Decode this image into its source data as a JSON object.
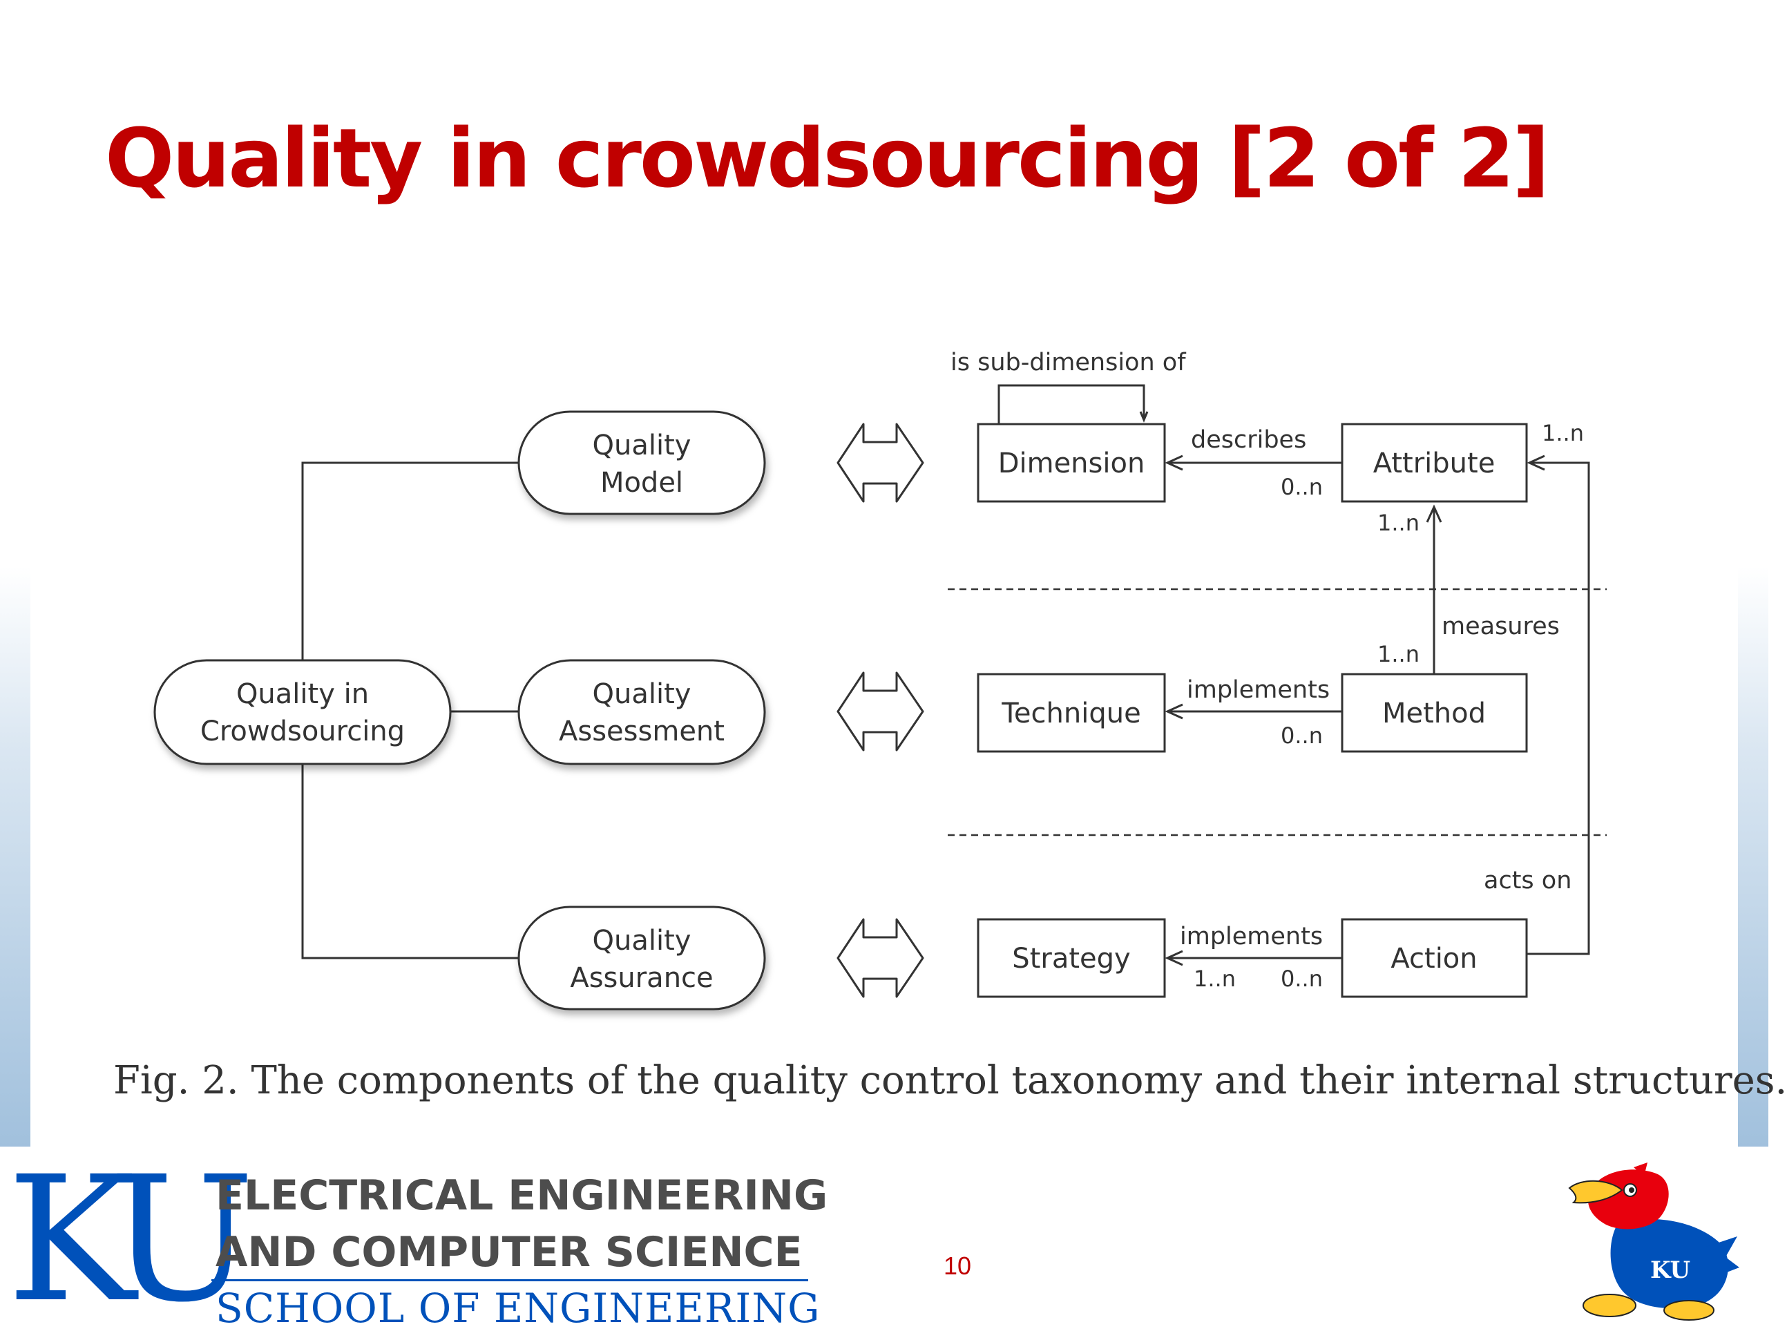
{
  "slide": {
    "title": "Quality in crowdsourcing [2 of 2]",
    "page_number": "10"
  },
  "diagram": {
    "root": [
      "Quality in",
      "Crowdsourcing"
    ],
    "components": [
      [
        "Quality",
        "Model"
      ],
      [
        "Quality",
        "Assessment"
      ],
      [
        "Quality",
        "Assurance"
      ]
    ],
    "boxes": {
      "dimension": "Dimension",
      "attribute": "Attribute",
      "technique": "Technique",
      "method": "Method",
      "strategy": "Strategy",
      "action": "Action"
    },
    "relations": {
      "is_sub_dimension_of": "is sub-dimension of",
      "describes": "describes",
      "measures": "measures",
      "implements_technique": "implements",
      "implements_strategy": "implements",
      "acts_on": "acts on"
    },
    "multiplicities": {
      "describes_dimension": "0..n",
      "attribute_acts_on": "1..n",
      "attribute_measures": "1..n",
      "method_measures": "1..n",
      "implements_technique": "0..n",
      "strategy_end": "1..n",
      "action_end": "0..n"
    }
  },
  "caption": "Fig. 2.  The components of the quality control taxonomy and their internal structures.",
  "footer": {
    "ku_mark": "KU",
    "dept_line1": "ELECTRICAL ENGINEERING",
    "dept_line2": "AND COMPUTER SCIENCE",
    "school": "SCHOOL OF ENGINEERING",
    "mascot_badge": "KU"
  },
  "colors": {
    "title": "#c00000",
    "ku_blue": "#0051ba",
    "mascot_red": "#e8000d",
    "mascot_yellow": "#ffc82d"
  }
}
